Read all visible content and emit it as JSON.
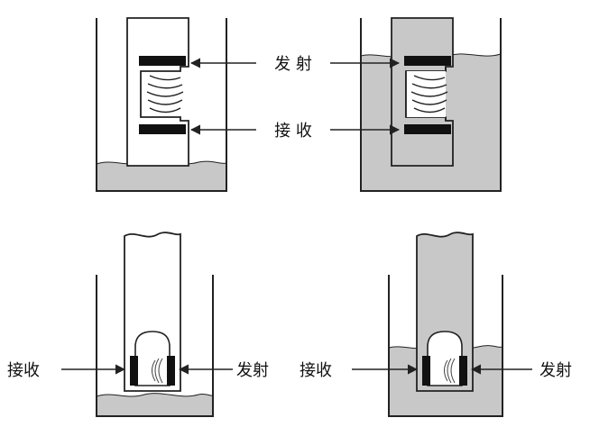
{
  "labels": {
    "emit": "发 射",
    "receive": "接 收",
    "emit_compact": "发射",
    "receive_compact": "接收"
  },
  "colors": {
    "liquid": "#c8c8c8",
    "stroke": "#222222",
    "transducer": "#111111",
    "background": "#ffffff"
  }
}
